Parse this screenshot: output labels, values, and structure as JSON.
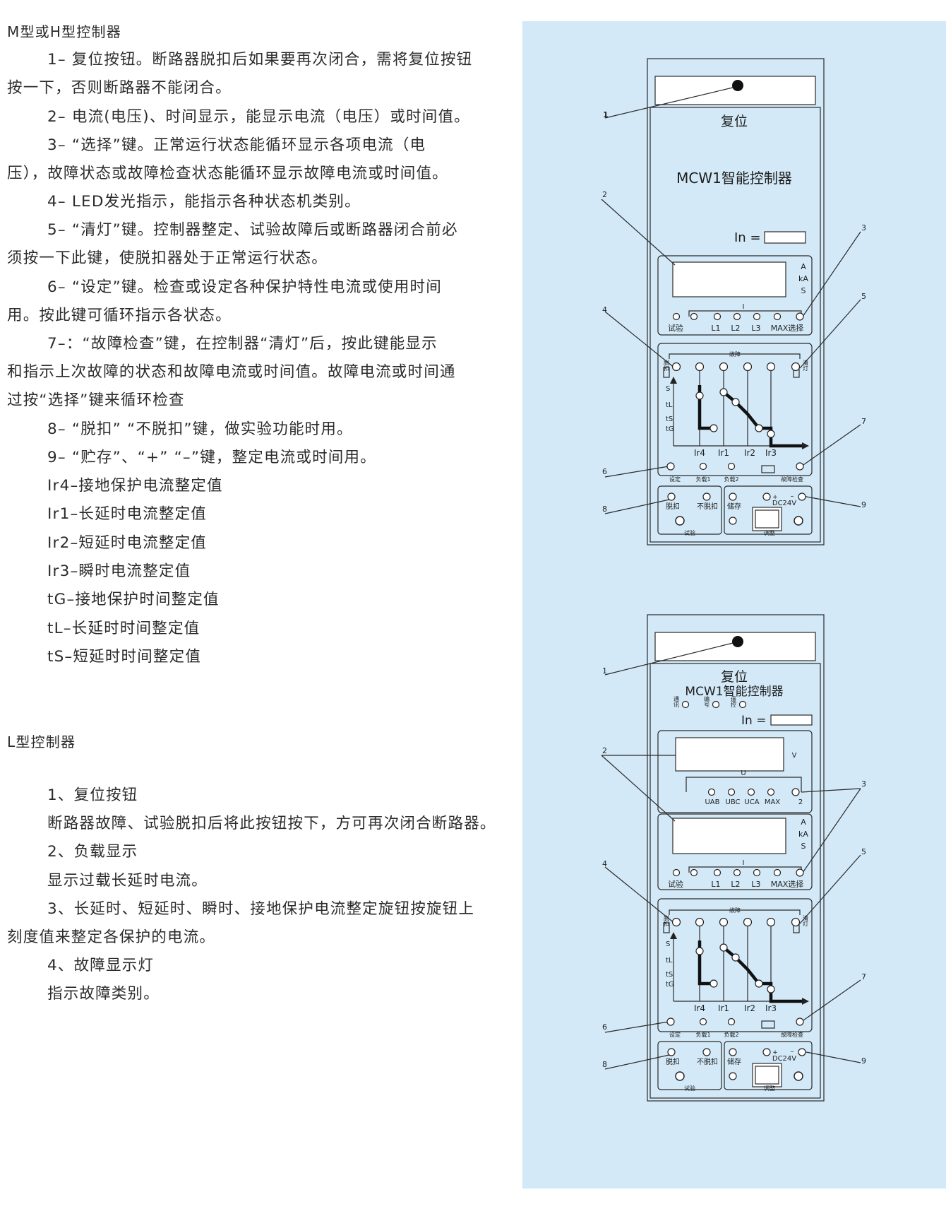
{
  "m_section": {
    "heading": "M型或H型控制器",
    "lines": [
      "1– 复位按钮。断路器脱扣后如果要再次闭合，需将复位按钮",
      "按一下，否则断路器不能闭合。",
      "2– 电流(电压)、时间显示，能显示电流（电压）或时间值。",
      "3– “选择”键。正常运行状态能循环显示各项电流（电",
      "压），故障状态或故障检查状态能循环显示故障电流或时间值。",
      "4– LED发光指示，能指示各种状态机类别。",
      "5– “清灯”键。控制器整定、试验故障后或断路器闭合前必",
      "须按一下此键，使脱扣器处于正常运行状态。",
      "6– “设定”键。检查或设定各种保护特性电流或使用时间",
      "用。按此键可循环指示各状态。",
      "7–：“故障检查”键，在控制器“清灯”后，按此键能显示",
      "和指示上次故障的状态和故障电流或时间值。故障电流或时间通",
      "过按“选择”键来循环检查",
      "8– “脱扣” “不脱扣”键，做实验功能时用。",
      "9– “贮存”、“+” “–”键，整定电流或时间用。",
      "Ir4–接地保护电流整定值",
      "Ir1–长延时电流整定值",
      "Ir2–短延时电流整定值",
      "Ir3–瞬时电流整定值",
      "tG–接地保护时间整定值",
      "tL–长延时时间整定值",
      "tS–短延时时间整定值"
    ]
  },
  "l_section": {
    "heading": "L型控制器",
    "lines": [
      "1、复位按钮",
      "断路器故障、试验脱扣后将此按钮按下，方可再次闭合断路器。",
      "2、负载显示",
      "显示过载长延时电流。",
      "3、长延时、短延时、瞬时、接地保护电流整定旋钮按旋钮上",
      "刻度值来整定各保护的电流。",
      "4、故障显示灯",
      "指示故障类别。"
    ]
  },
  "diagram": {
    "reset": "复位",
    "model": "MCW1智能控制器",
    "in_label": "In =",
    "unit_a": "A",
    "unit_ka": "kA",
    "unit_s": "S",
    "unit_v": "V",
    "sym_i": "I",
    "sym_u": "U",
    "test": "试验",
    "l1": "L1",
    "l2": "L2",
    "l3": "L3",
    "max_select": "MAX选择",
    "max": "MAX",
    "u_ab": "UAB",
    "u_bc": "UBC",
    "u_ca": "UCA",
    "two": "2",
    "fault": "故障",
    "trip_v": "脱扣",
    "clear_v": "清灯",
    "axis_s": "S",
    "axis_tl": "tL",
    "axis_ts": "tS",
    "axis_tg": "tG",
    "ir4": "Ir4",
    "ir1": "Ir1",
    "ir2": "Ir2",
    "ir3": "Ir3",
    "set": "设定",
    "load1": "负载1",
    "load2": "负载2",
    "fault_check": "故障检查",
    "trip": "脱扣",
    "no_trip": "不脱扣",
    "store": "储存",
    "plus": "+",
    "minus": "–",
    "dc24v": "DC24V",
    "adjust": "调整",
    "comm": "通讯",
    "number": "编号",
    "remote": "遥控",
    "callouts": [
      "1",
      "2",
      "3",
      "4",
      "5",
      "6",
      "7",
      "8",
      "9"
    ]
  }
}
